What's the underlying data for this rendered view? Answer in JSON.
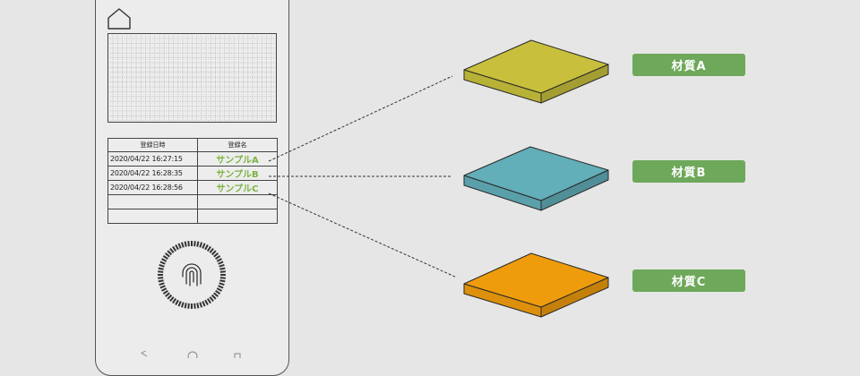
{
  "table": {
    "headers": [
      "登録日時",
      "登録名"
    ],
    "rows": [
      {
        "date": "2020/04/22 16:27:15",
        "name": "サンプルA"
      },
      {
        "date": "2020/04/22 16:28:35",
        "name": "サンプルB"
      },
      {
        "date": "2020/04/22 16:28:56",
        "name": "サンプルC"
      },
      {
        "date": "",
        "name": ""
      },
      {
        "date": "",
        "name": ""
      }
    ]
  },
  "materials": [
    {
      "label": "材質A",
      "color": "#c8c03c"
    },
    {
      "label": "材質B",
      "color": "#62aeb9"
    },
    {
      "label": "材質C",
      "color": "#ef9c0c"
    }
  ],
  "colors": {
    "background": "#e6e6e6",
    "label_bg": "#6ea85a",
    "sample_text": "#7cb342"
  },
  "icons": {
    "home": "home-icon",
    "fingerprint": "fingerprint-icon",
    "nav": [
      "back-icon",
      "home-nav-icon",
      "recent-icon"
    ]
  }
}
